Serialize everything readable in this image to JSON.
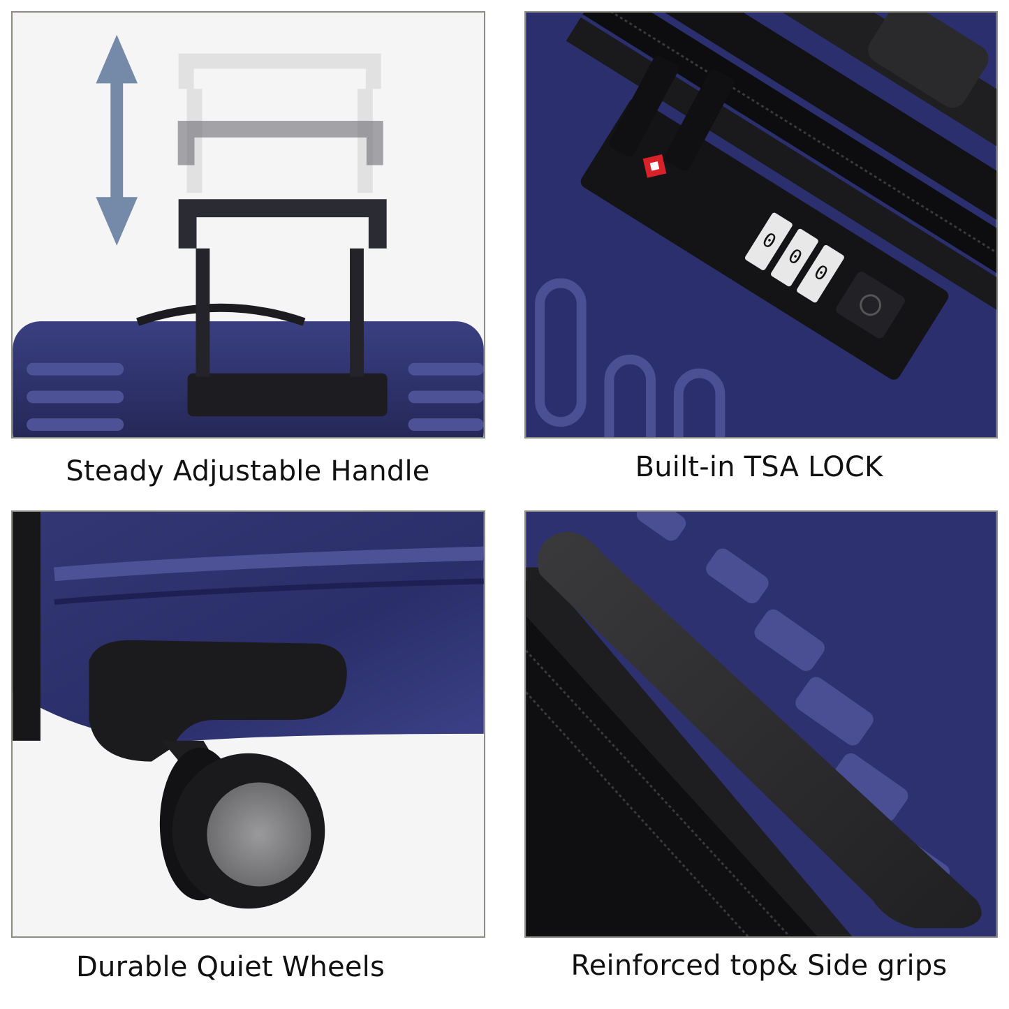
{
  "colors": {
    "shell_blue": "#2b2f6e",
    "shell_highlight": "#5a5f9c",
    "handle_black": "#1a1a1c",
    "arrow_blue": "#7589a8",
    "frame_border": "#8c8c84",
    "tsa_red": "#d8222a"
  },
  "panels": [
    {
      "id": "handle",
      "caption": "Steady Adjustable Handle"
    },
    {
      "id": "lock",
      "caption": "Built-in TSA LOCK",
      "lock_digits": [
        "0",
        "0",
        "0"
      ]
    },
    {
      "id": "wheels",
      "caption": "Durable Quiet Wheels"
    },
    {
      "id": "grips",
      "caption": "Reinforced top&  Side grips"
    }
  ]
}
